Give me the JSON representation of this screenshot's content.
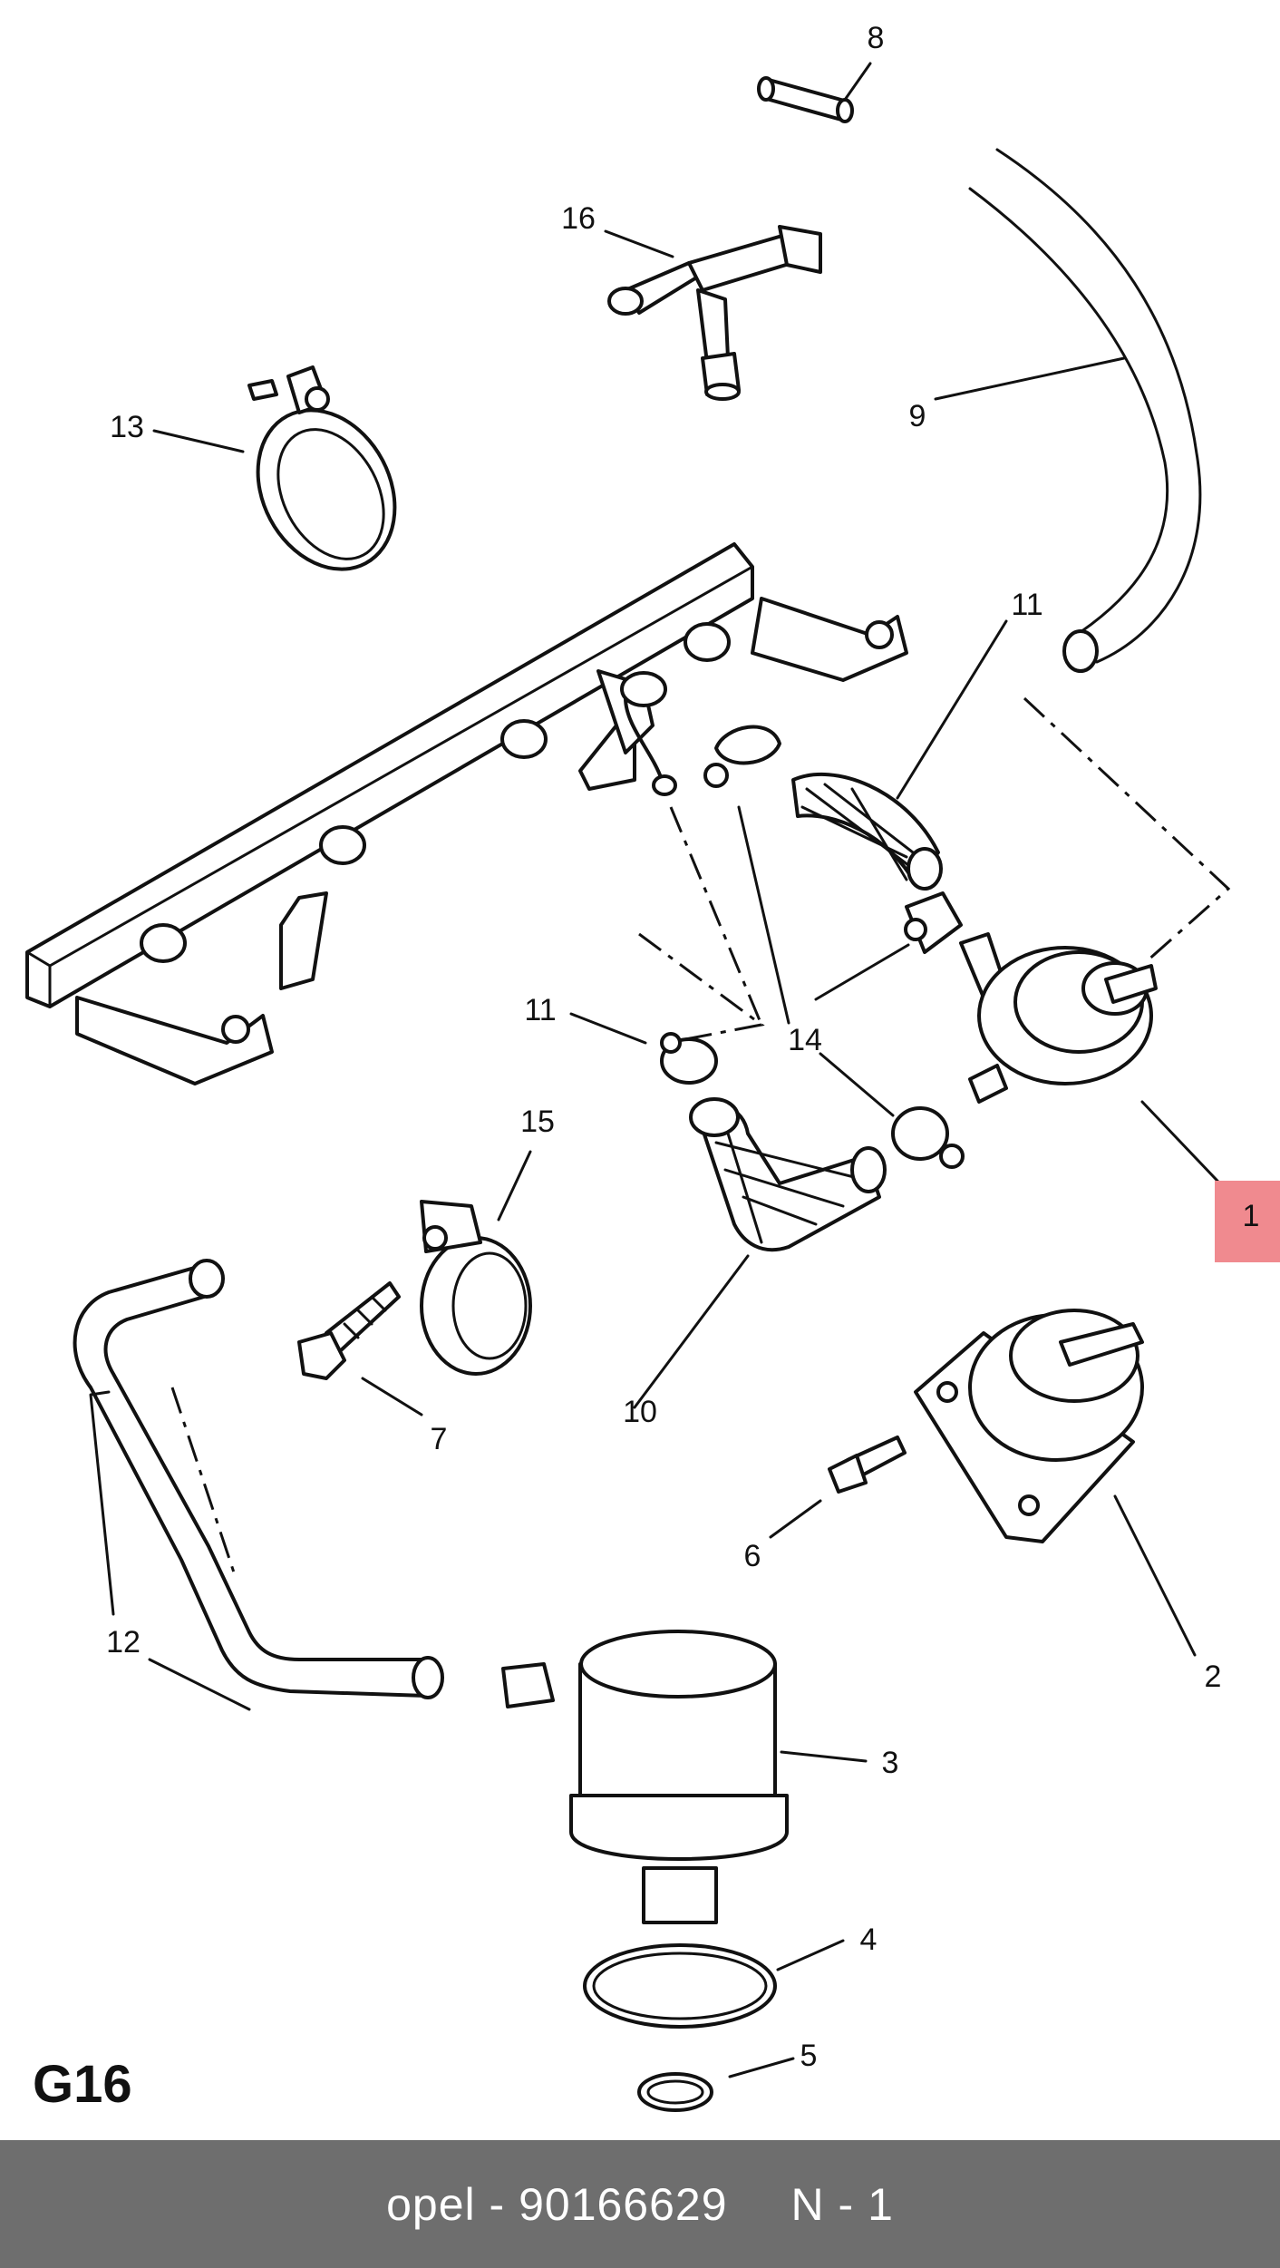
{
  "diagram": {
    "section_code": "G16",
    "highlight_color": "#f08a8f",
    "callouts": [
      {
        "id": "c8",
        "label": "8"
      },
      {
        "id": "c16",
        "label": "16"
      },
      {
        "id": "c9",
        "label": "9"
      },
      {
        "id": "c13",
        "label": "13"
      },
      {
        "id": "c11a",
        "label": "11"
      },
      {
        "id": "c11b",
        "label": "11"
      },
      {
        "id": "c14",
        "label": "14"
      },
      {
        "id": "c15",
        "label": "15"
      },
      {
        "id": "c1",
        "label": "1",
        "highlighted": true
      },
      {
        "id": "c10",
        "label": "10"
      },
      {
        "id": "c7",
        "label": "7"
      },
      {
        "id": "c6",
        "label": "6"
      },
      {
        "id": "c2",
        "label": "2"
      },
      {
        "id": "c12",
        "label": "12"
      },
      {
        "id": "c3",
        "label": "3"
      },
      {
        "id": "c4",
        "label": "4"
      },
      {
        "id": "c5",
        "label": "5"
      }
    ]
  },
  "footer": {
    "brand": "opel",
    "separator": "-",
    "part_number": "90166629",
    "position": "N - 1",
    "background_color": "#6e6e6e"
  }
}
